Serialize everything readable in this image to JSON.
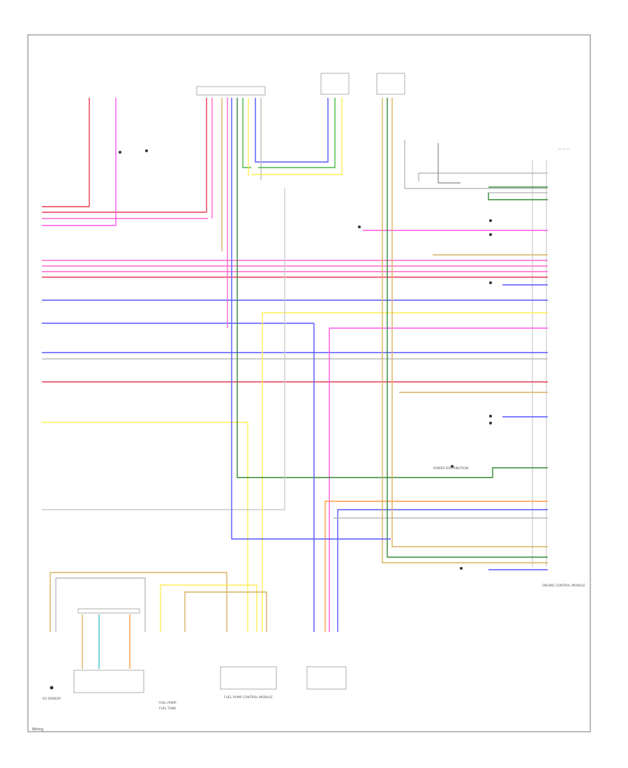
{
  "colors": {
    "frame": "#777777",
    "red": "#e8384f",
    "pink": "#ff66cc",
    "violet": "#ff55ee",
    "blue": "#5555ff",
    "green": "#44bb44",
    "yellow": "#ffee55",
    "tan": "#d8b060",
    "gray": "#bbbbbb",
    "orange": "#ff9a44",
    "darkgreen": "#338833",
    "cyan": "#44bbcc"
  },
  "components": {
    "engine_control_module": "ENGINE CONTROL MODULE",
    "fuel_pump": "FUEL PUMP",
    "fuel_tank": "FUEL TANK",
    "fuel_pump_control_module": "FUEL PUMP CONTROL MODULE",
    "o2_sensor": "O2 SENSOR",
    "power_distribution": "POWER DISTRIBUTION"
  },
  "footer": "Wiring"
}
